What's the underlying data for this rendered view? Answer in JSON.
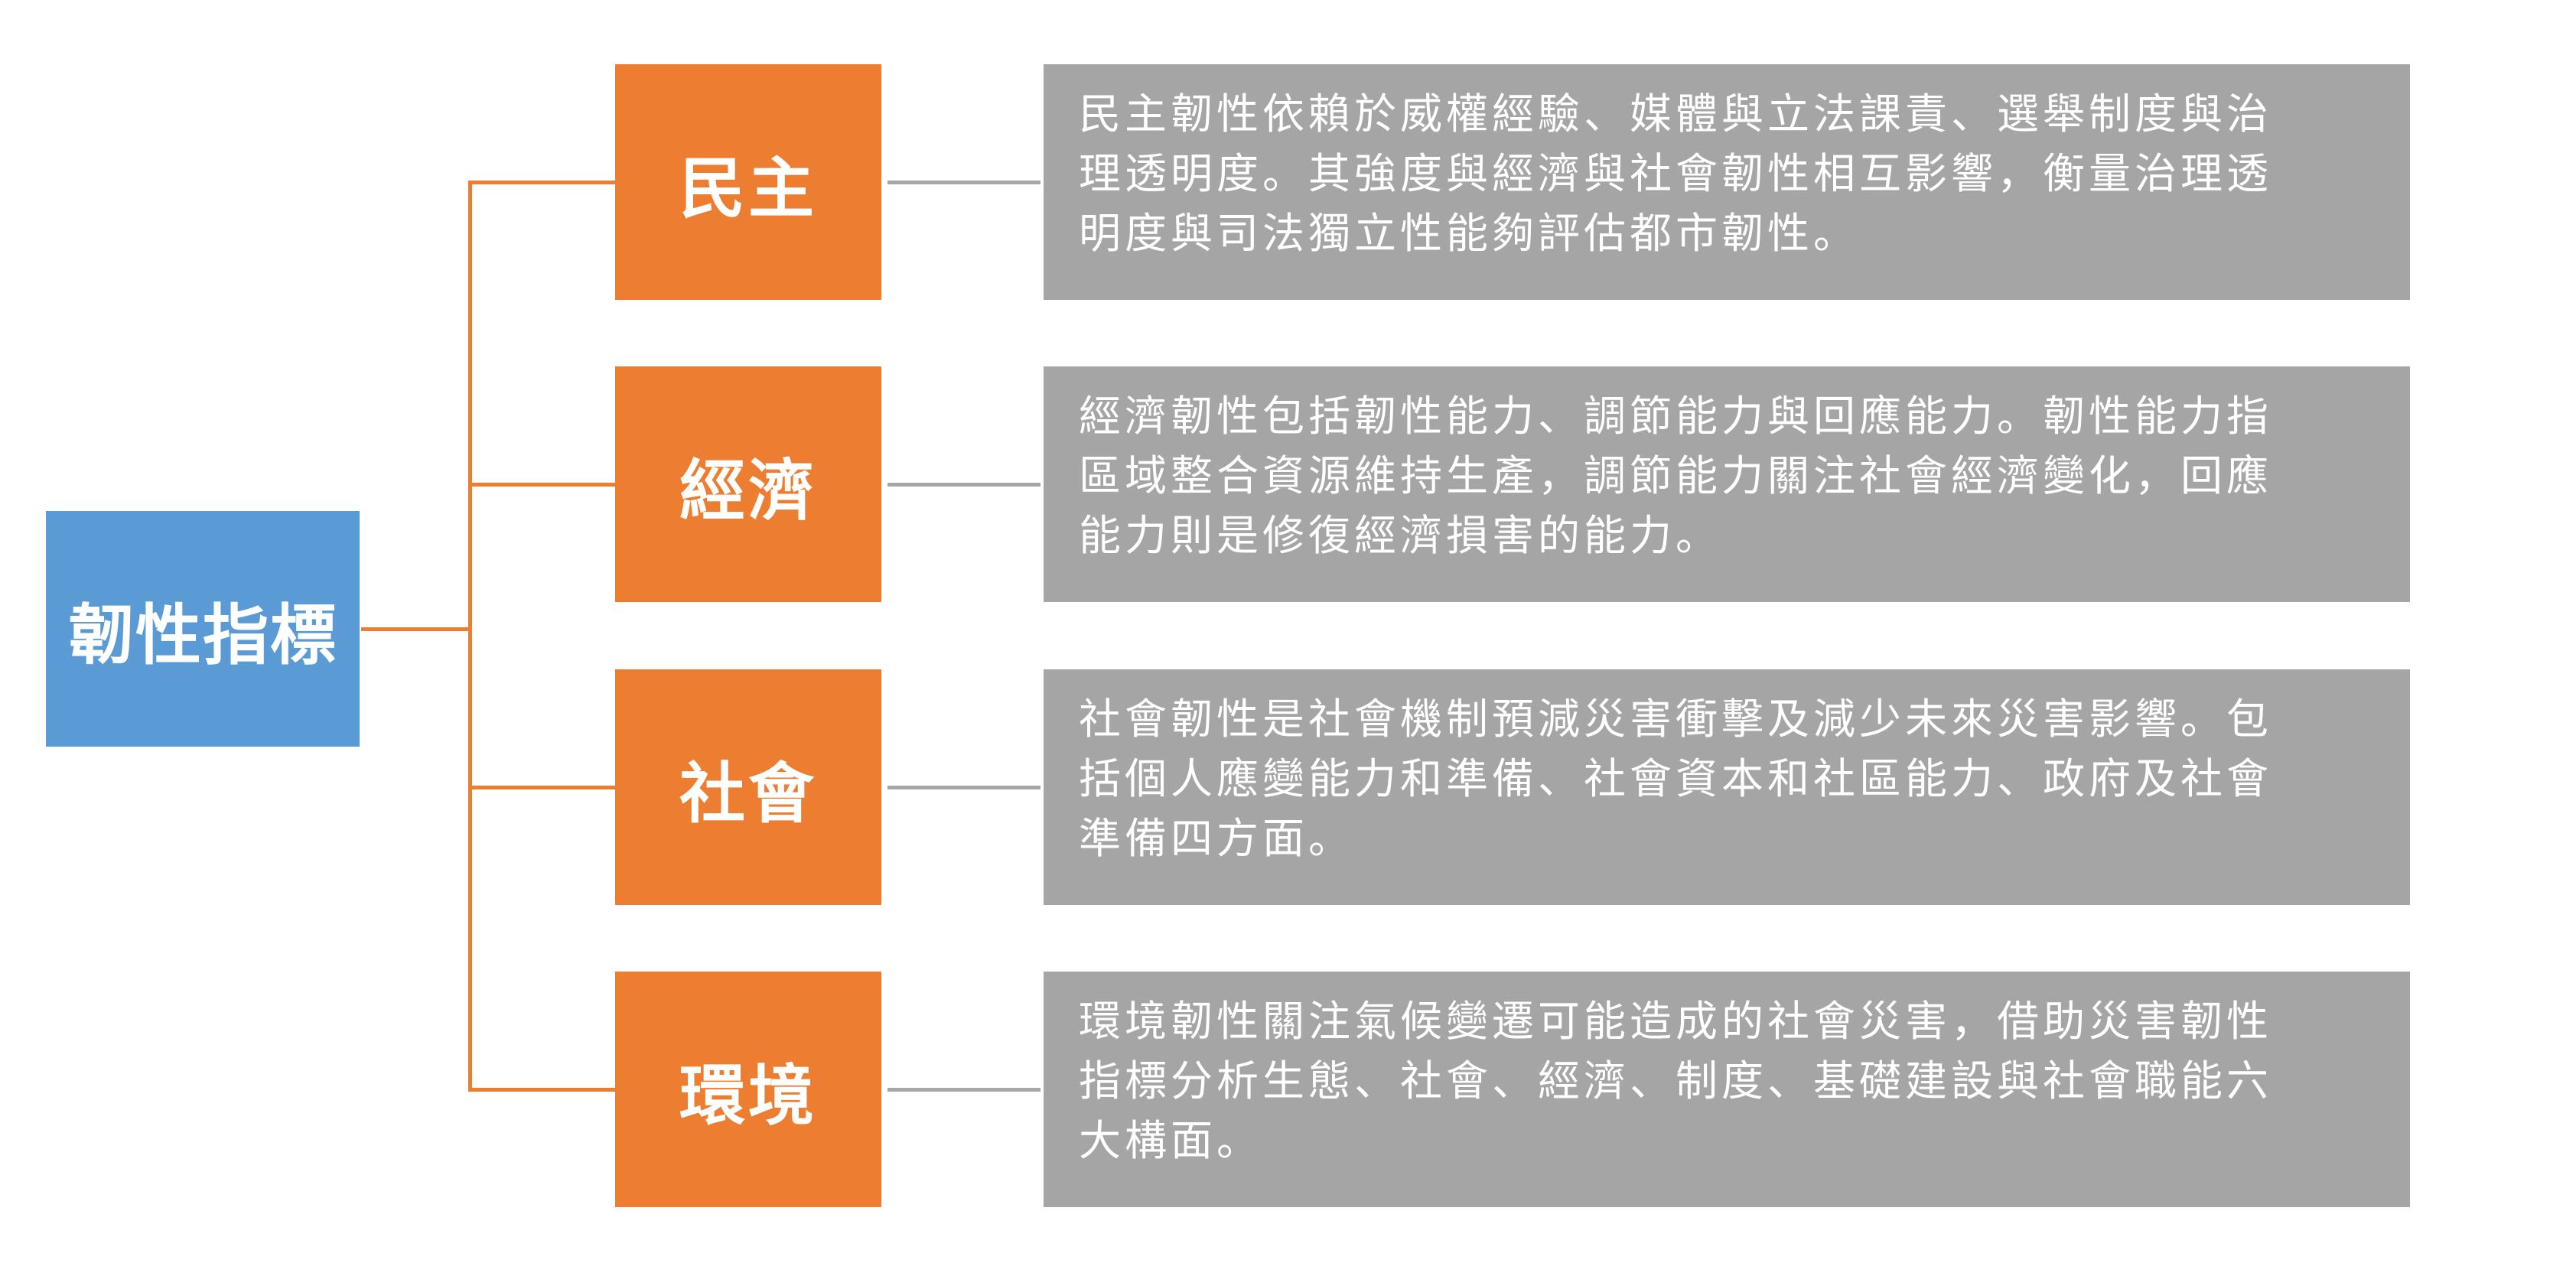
{
  "colors": {
    "root": "#5B9BD5",
    "category": "#ED7D31",
    "connector": "#ED7D31",
    "description": "#A5A5A5",
    "link": "#A6A6A6",
    "text": "#FFFFFF"
  },
  "root": {
    "label": "韌性指標"
  },
  "branches": [
    {
      "label": "民主",
      "lines": [
        "民主韌性依賴於威權經驗、媒體與立法課責、選舉制度與治",
        "理透明度。其強度與經濟與社會韌性相互影響，衡量治理透",
        "明度與司法獨立性能夠評估都市韌性。"
      ]
    },
    {
      "label": "經濟",
      "lines": [
        "經濟韌性包括韌性能力、調節能力與回應能力。韌性能力指",
        "區域整合資源維持生產，調節能力關注社會經濟變化，回應",
        "能力則是修復經濟損害的能力。"
      ]
    },
    {
      "label": "社會",
      "lines": [
        "社會韌性是社會機制預減災害衝擊及減少未來災害影響。包",
        "括個人應變能力和準備、社會資本和社區能力、政府及社會",
        "準備四方面。"
      ]
    },
    {
      "label": "環境",
      "lines": [
        "環境韌性關注氣候變遷可能造成的社會災害，借助災害韌性",
        "指標分析生態、社會、經濟、制度、基礎建設與社會職能六",
        "大構面。"
      ]
    }
  ]
}
